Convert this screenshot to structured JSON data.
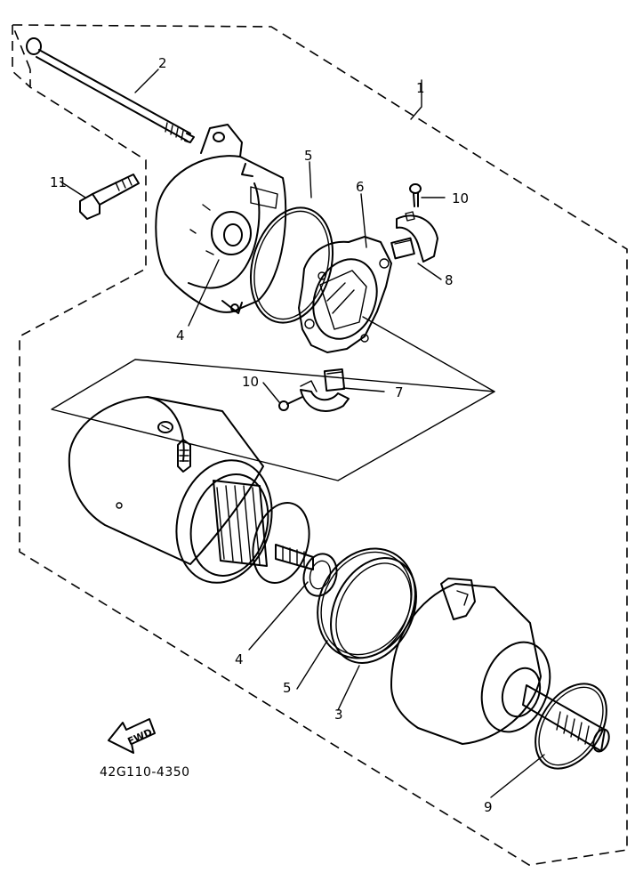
{
  "diagram": {
    "part_number": "42G110-4350",
    "fwd_label": "FWD",
    "callouts": [
      {
        "id": "c1",
        "label": "1"
      },
      {
        "id": "c2",
        "label": "2"
      },
      {
        "id": "c3",
        "label": "3"
      },
      {
        "id": "c4a",
        "label": "4"
      },
      {
        "id": "c4b",
        "label": "4"
      },
      {
        "id": "c5a",
        "label": "5"
      },
      {
        "id": "c5b",
        "label": "5"
      },
      {
        "id": "c6",
        "label": "6"
      },
      {
        "id": "c7",
        "label": "7"
      },
      {
        "id": "c8",
        "label": "8"
      },
      {
        "id": "c9",
        "label": "9"
      },
      {
        "id": "c10a",
        "label": "10"
      },
      {
        "id": "c10b",
        "label": "10"
      },
      {
        "id": "c11",
        "label": "11"
      }
    ],
    "parts": {
      "through_bolt": "through-bolt",
      "rear_cover": "rear-cover",
      "o_ring_rear": "o-ring",
      "brush_plate": "brush-holder-plate",
      "brush_holder_upper": "brush-holder",
      "brush_holder_lower": "brush-holder",
      "armature_yoke": "starter-motor-yoke",
      "washer": "washer",
      "o_ring_front": "o-ring",
      "gasket_ring": "ring",
      "front_cover": "front-cover",
      "shaft_o_ring": "shaft-o-ring",
      "mount_bolt": "mounting-bolt",
      "screw": "screw"
    }
  }
}
